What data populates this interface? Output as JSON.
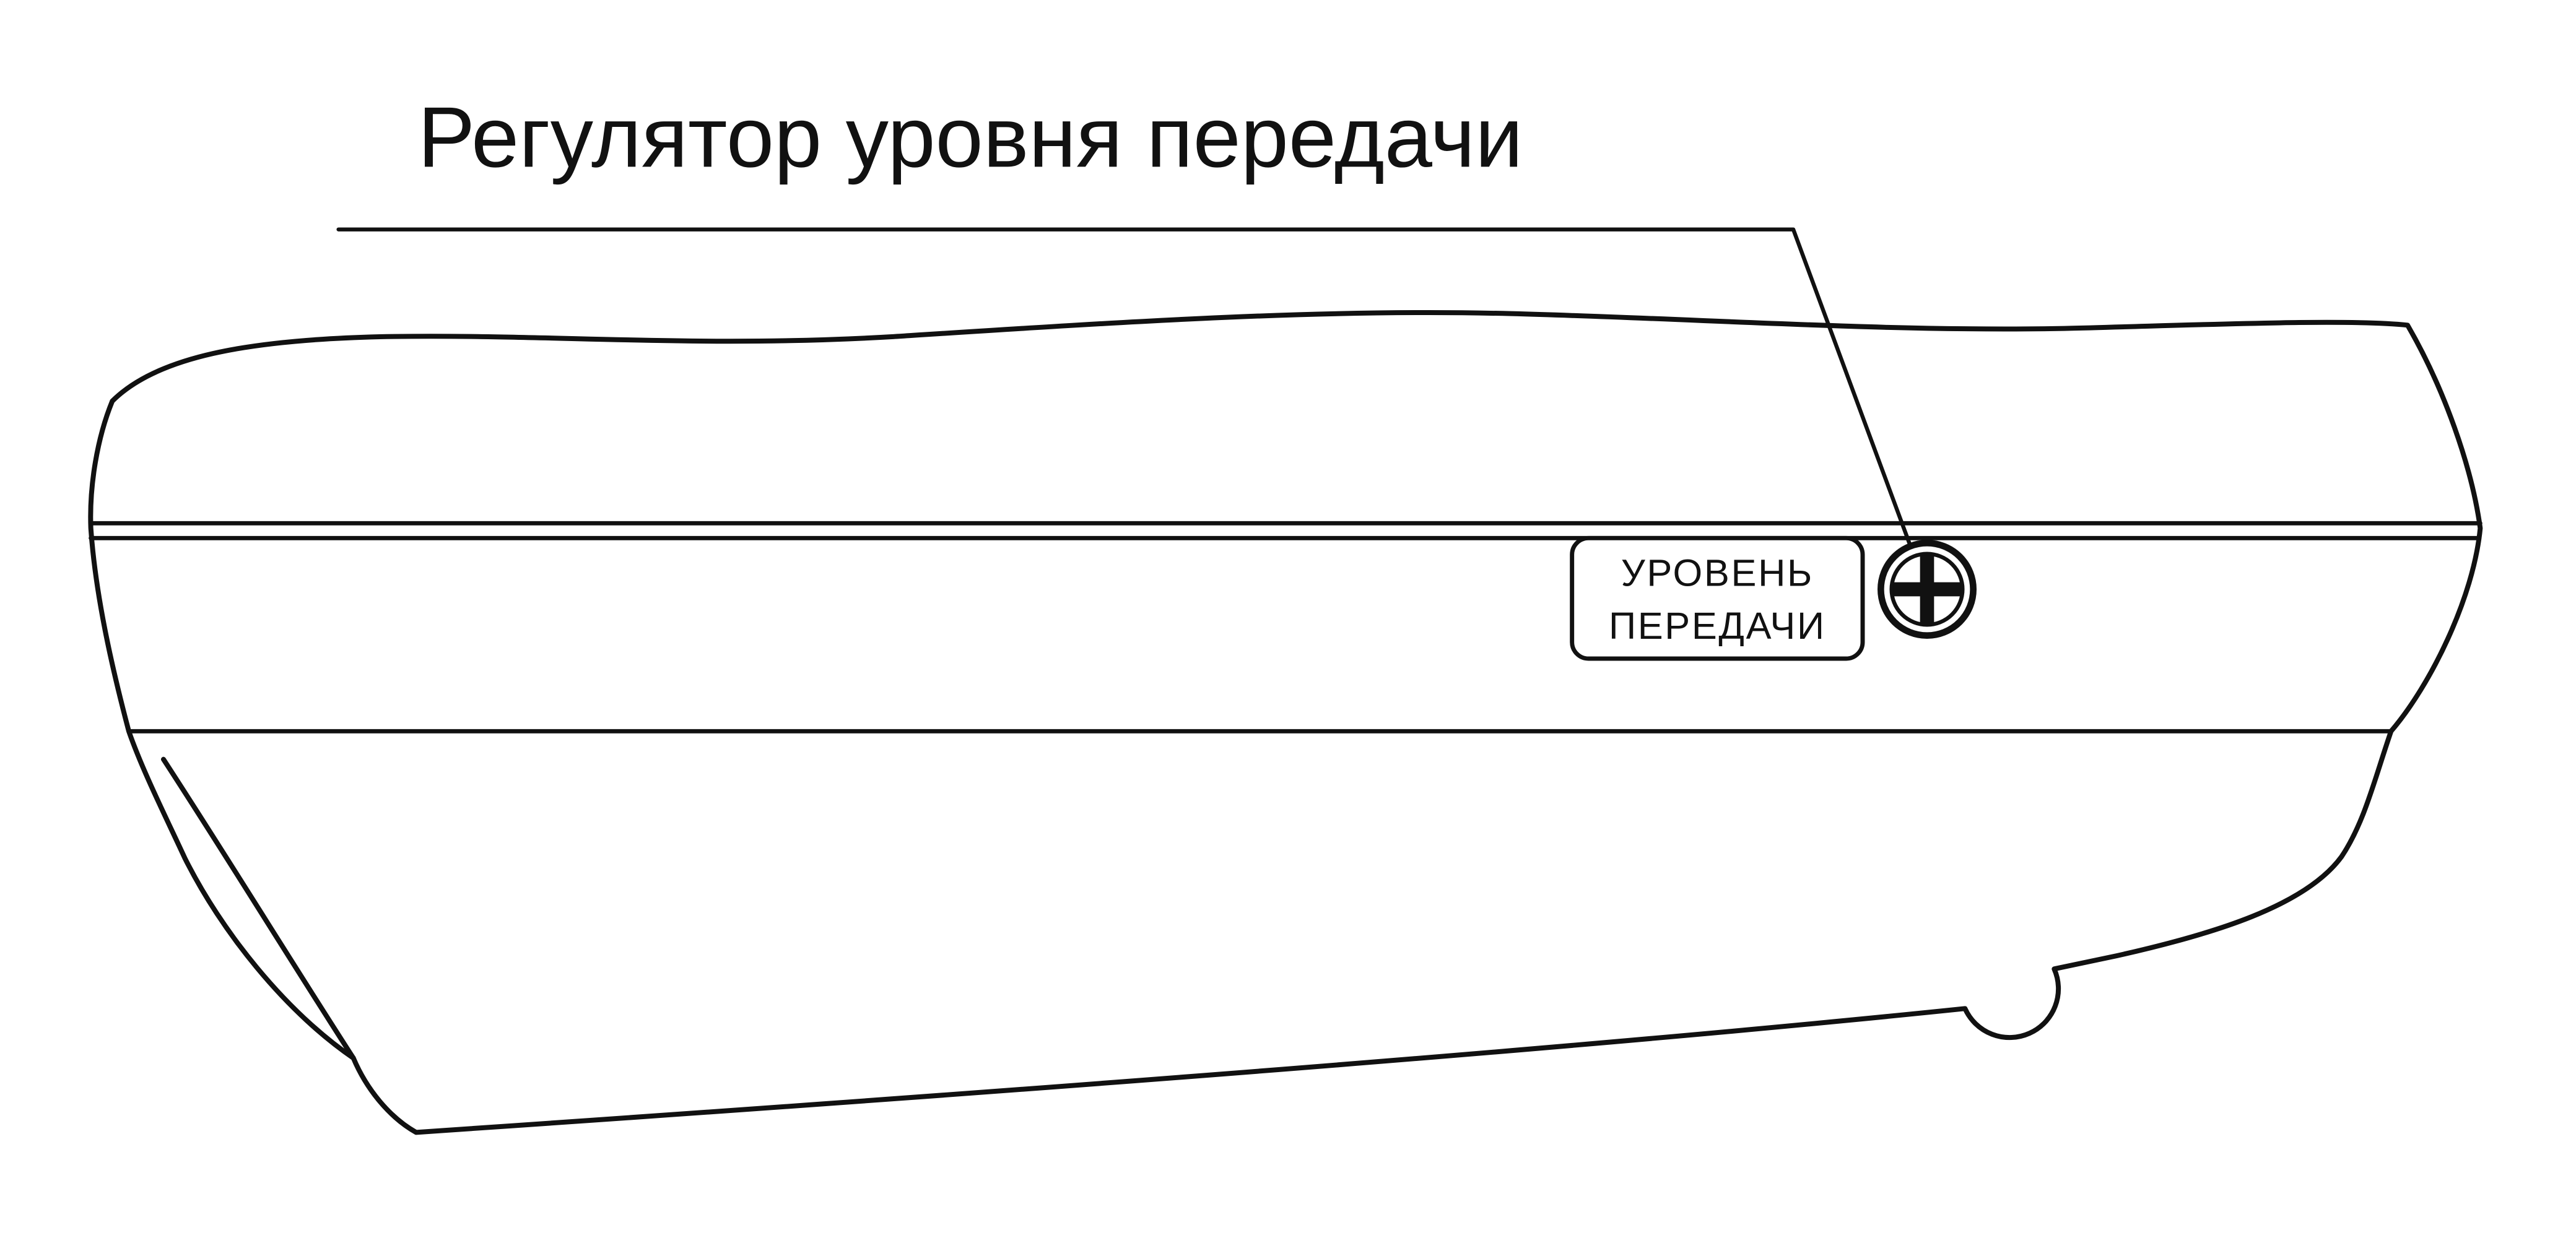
{
  "title": "Регулятор уровня передачи",
  "label_box": {
    "line1": "УРОВЕНЬ",
    "line2": "ПЕРЕДАЧИ"
  },
  "icons": {
    "screw": "phillips-screw-icon"
  },
  "colors": {
    "line": "#111111",
    "background": "#ffffff"
  }
}
